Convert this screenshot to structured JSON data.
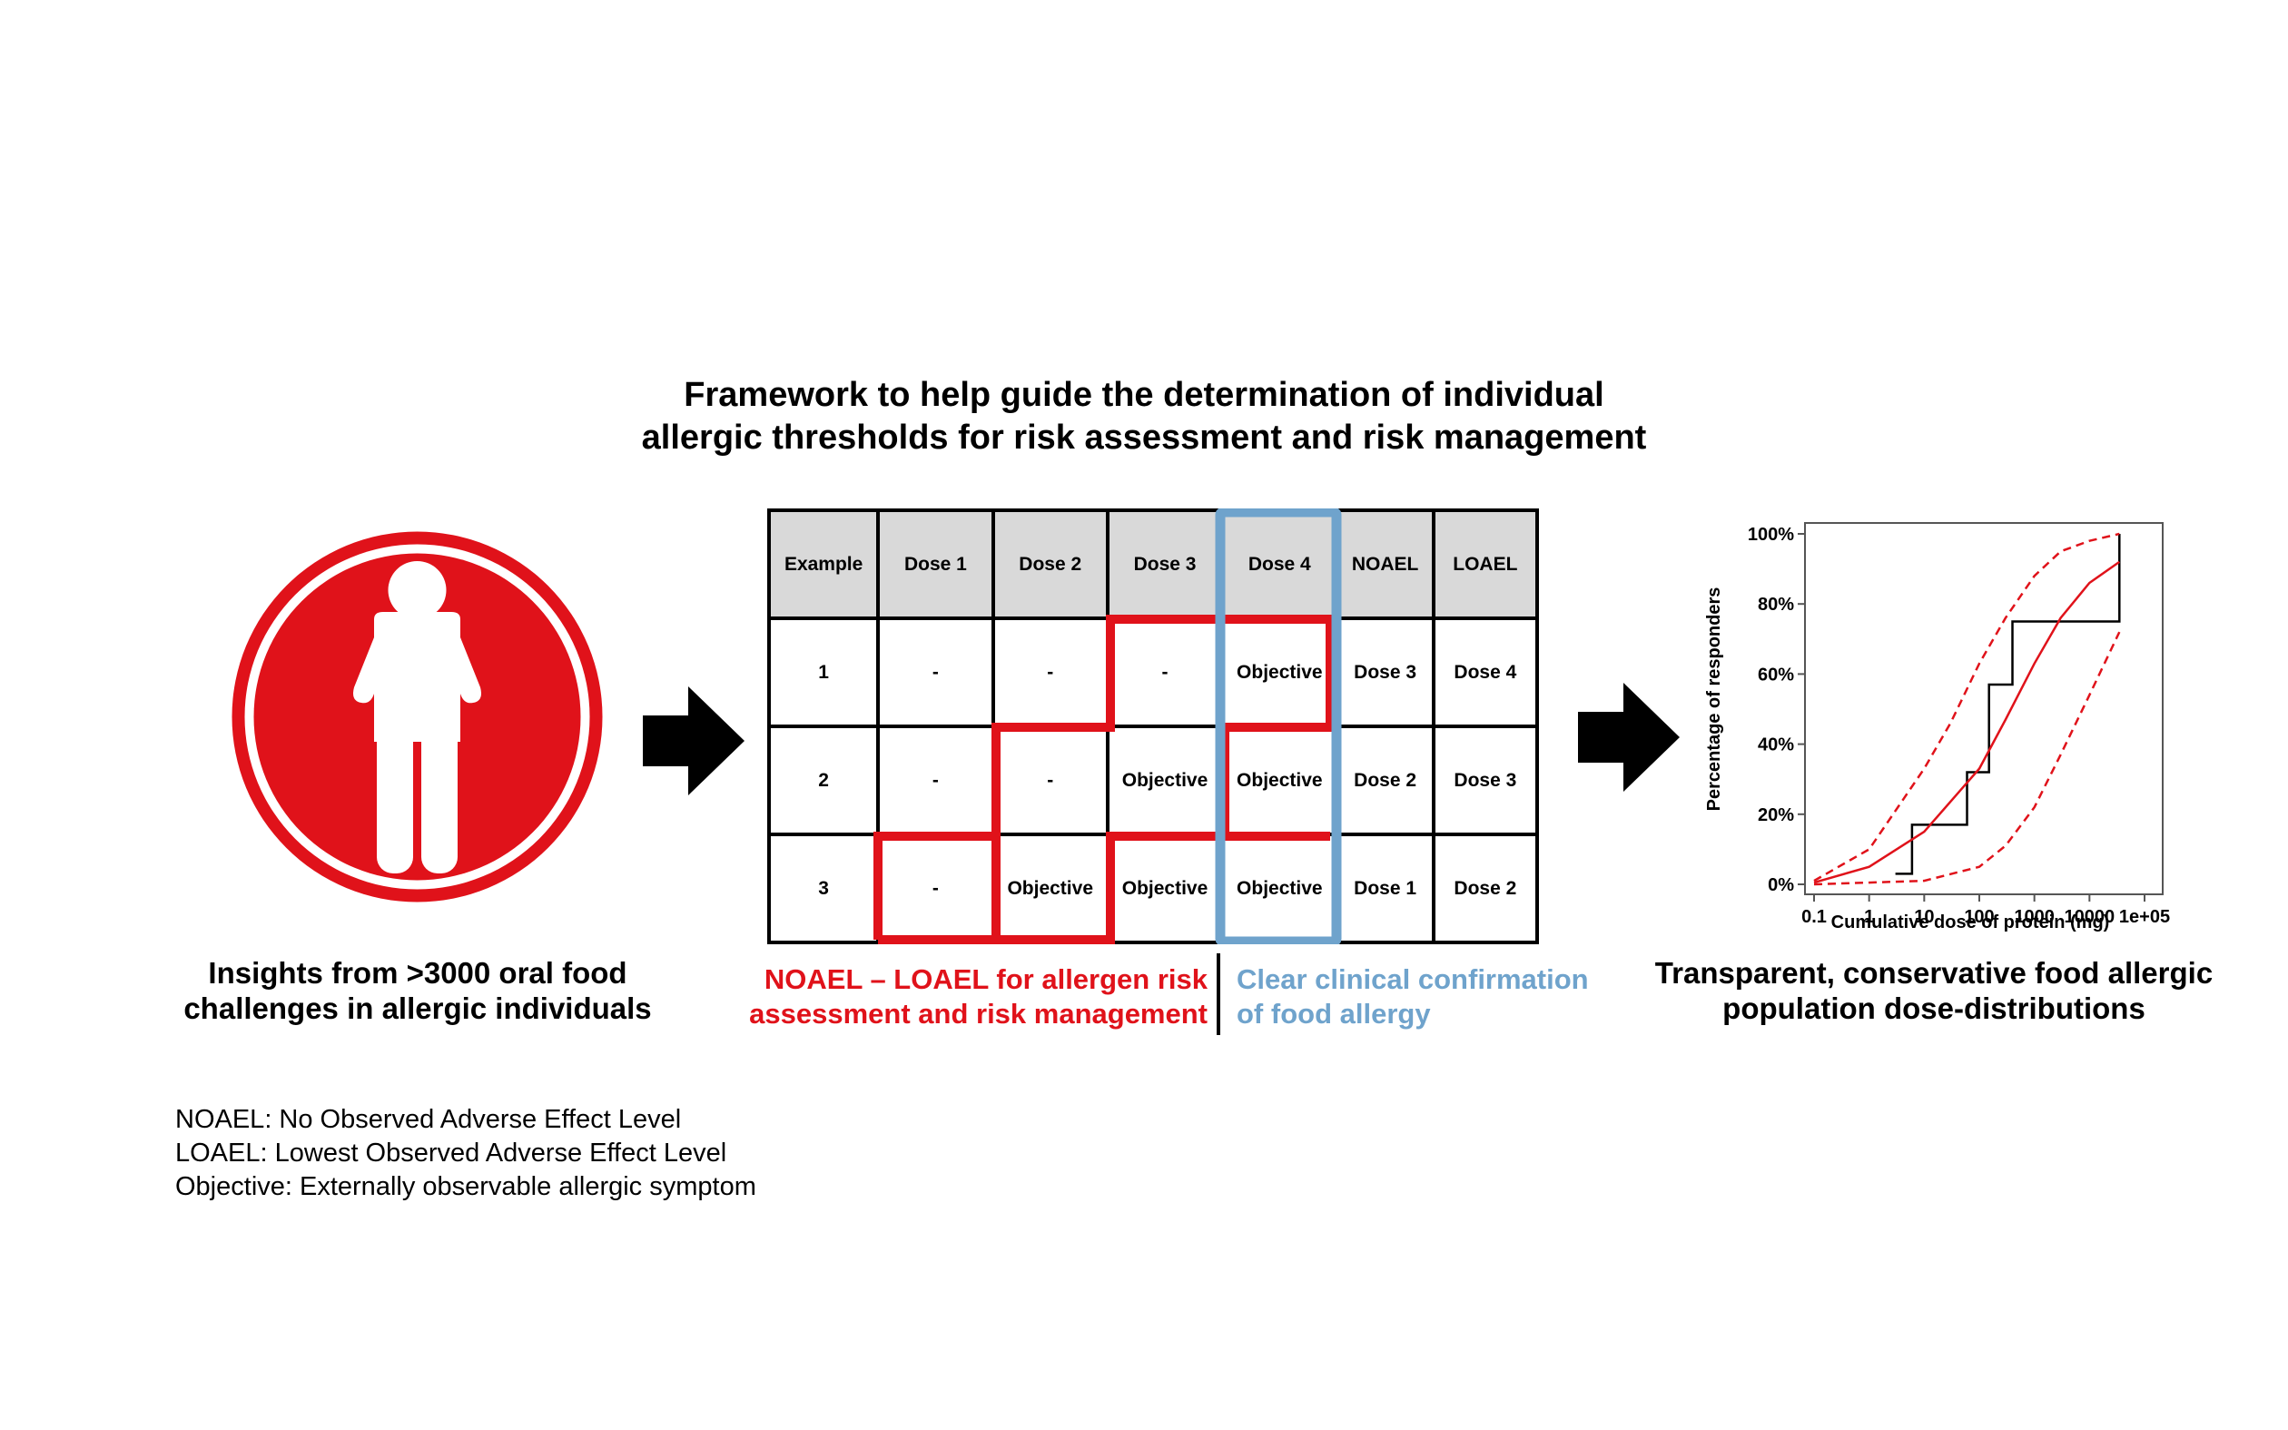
{
  "title": {
    "line1": "Framework to help guide the determination of individual",
    "line2": "allergic thresholds for risk assessment and risk management"
  },
  "colors": {
    "red": "#e0121a",
    "blue": "#6fa3cc",
    "header_gray": "#d9d9d9",
    "black": "#000000"
  },
  "icons": {
    "person": "person-icon",
    "arrow": "right-arrow-icon"
  },
  "table": {
    "headers": [
      "Example",
      "Dose 1",
      "Dose 2",
      "Dose 3",
      "Dose 4",
      "NOAEL",
      "LOAEL"
    ],
    "rows": [
      [
        "1",
        "-",
        "-",
        "-",
        "Objective",
        "Dose 3",
        "Dose 4"
      ],
      [
        "2",
        "-",
        "-",
        "Objective",
        "Objective",
        "Dose 2",
        "Dose 3"
      ],
      [
        "3",
        "-",
        "Objective",
        "Objective",
        "Objective",
        "Dose 1",
        "Dose 2"
      ]
    ]
  },
  "captions": {
    "left_line1": "Insights from >3000 oral food",
    "left_line2": "challenges in allergic individuals",
    "red_line1": "NOAEL – LOAEL for allergen risk",
    "red_line2": "assessment and risk management",
    "blue_line1": "Clear clinical confirmation",
    "blue_line2": "of food allergy",
    "right_line1": "Transparent, conservative food allergic",
    "right_line2": "population dose-distributions"
  },
  "legend": {
    "line1": "NOAEL: No Observed Adverse Effect Level",
    "line2": "LOAEL: Lowest Observed Adverse Effect Level",
    "line3": "Objective: Externally observable allergic symptom"
  },
  "chart_data": {
    "type": "line",
    "xlabel": "Cumulative  dose  of  protein  (mg)",
    "ylabel": "Percentage  of  responders",
    "x_scale": "log",
    "xlim": [
      0.1,
      100000
    ],
    "ylim": [
      0,
      100
    ],
    "x_ticks": [
      0.1,
      1,
      10,
      100,
      1000,
      10000,
      100000
    ],
    "x_tick_labels": [
      "0.1",
      "1",
      "10",
      "100",
      "1000",
      "10000",
      "1e+05"
    ],
    "y_ticks": [
      0,
      20,
      40,
      60,
      80,
      100
    ],
    "y_tick_labels": [
      "0%",
      "20%",
      "40%",
      "60%",
      "80%",
      "100%"
    ],
    "series": [
      {
        "style": "step",
        "color": "#000000",
        "x": [
          3,
          6,
          6,
          60,
          60,
          150,
          150,
          400,
          400,
          4000,
          4000,
          35000,
          35000
        ],
        "y": [
          3,
          3,
          17,
          17,
          32,
          32,
          57,
          57,
          75,
          75,
          75,
          75,
          100
        ]
      },
      {
        "style": "solid",
        "color": "#e0121a",
        "x": [
          0.1,
          1,
          10,
          100,
          300,
          1000,
          3000,
          10000,
          35000
        ],
        "y": [
          0.5,
          5,
          15,
          33,
          47,
          63,
          76,
          86,
          92
        ]
      },
      {
        "style": "dashed",
        "color": "#e0121a",
        "x": [
          0.1,
          1,
          10,
          30,
          100,
          300,
          1000,
          3000,
          10000,
          35000
        ],
        "y": [
          1,
          10,
          33,
          46,
          63,
          76,
          88,
          95,
          98,
          100
        ]
      },
      {
        "style": "dashed",
        "color": "#e0121a",
        "x": [
          0.1,
          10,
          100,
          300,
          1000,
          3000,
          10000,
          35000
        ],
        "y": [
          0,
          1,
          5,
          11,
          22,
          37,
          54,
          72
        ]
      }
    ]
  }
}
